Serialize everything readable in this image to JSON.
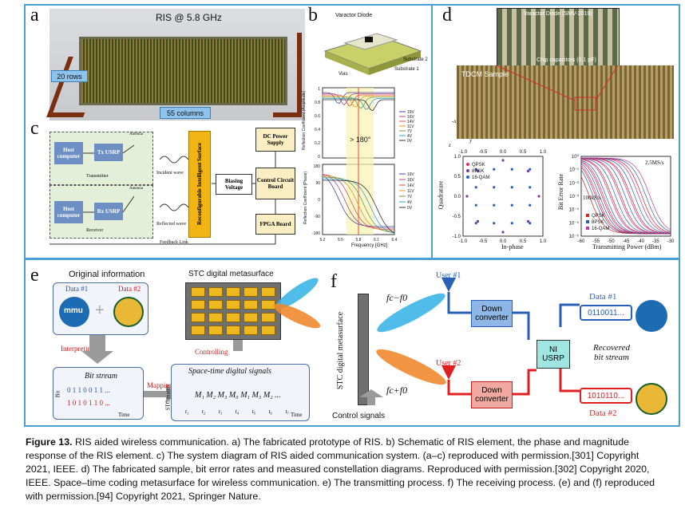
{
  "panels": {
    "a": {
      "label": "a",
      "title": "RIS @ 5.8 GHz",
      "rows": "20 rows",
      "columns": "55 columns"
    },
    "b": {
      "label": "b",
      "varactor": "Varactor Diode",
      "substrate2": "Substrate 2",
      "substrate1": "Substrate 1",
      "vias": "Vias",
      "top_ylabel": "Reflection Coefficient (Amplitude)",
      "bottom_ylabel": "Reflection Coefficient (Phase)",
      "xlabel": "Frequency [GHz]",
      "annotation": "> 180°",
      "legend": [
        "19V",
        "16V",
        "14V",
        "11V",
        "7V",
        "4V",
        "0V"
      ],
      "xticks": [
        "5.2",
        "5.5",
        "5.8",
        "6.1",
        "6.4"
      ],
      "top_yticks": [
        "1",
        "0.8",
        "0.6",
        "0.4",
        "0.2",
        "0"
      ],
      "bottom_yticks": [
        "180",
        "90",
        "0",
        "-90",
        "-180"
      ]
    },
    "c": {
      "label": "c",
      "host1": "Host computer",
      "tx": "Tx USRP",
      "transmitter": "Transmitter",
      "antenna1": "Antenna",
      "incident": "Incident wave",
      "reflected": "Reflected wave",
      "ris": "Reconfigurable Intelligent Surface",
      "bias": "Biasing Voltage",
      "dc": "DC Power Supply",
      "ccb": "Control Circuit Board",
      "fpga": "FPGA Board",
      "host2": "Host computer",
      "rx": "Rx USRP",
      "receiver": "Receiver",
      "antenna2": "Antenna",
      "feedback": "Feedback Link"
    },
    "d": {
      "label": "d",
      "varactor": "Varactor Diode (SMV-2019)",
      "chip": "Chip capacitors (0.1 pF)",
      "sample": "TDCM Sample",
      "const_ylabel": "Quadrature",
      "const_xlabel": "In-phase",
      "const_ticks": [
        "-1.0",
        "-0.5",
        "0.0",
        "0.5",
        "1.0"
      ],
      "const_legend": [
        "QPSK",
        "8PSK",
        "16-QAM"
      ],
      "ber_ylabel": "Bit Error Rate",
      "ber_xlabel": "Transmitting Power (dBm)",
      "ber_xticks": [
        "-60",
        "-55",
        "-50",
        "-45",
        "-40",
        "-35",
        "-30"
      ],
      "ber_yticks": [
        "10⁰",
        "10⁻¹",
        "10⁻²",
        "10⁻³",
        "10⁻⁴",
        "10⁻⁵",
        "10⁻⁶"
      ],
      "ber_legend": [
        "QPSK",
        "8PSK",
        "16-QAM"
      ],
      "ann1": "2.5MS/s",
      "ann2": "100kS/s",
      "axis_x": "-x",
      "axis_y": "y",
      "axis_z": "z"
    },
    "e": {
      "label": "e",
      "orig": "Original information",
      "data1": "Data #1",
      "data2": "Data #2",
      "logo1": "mmu",
      "interp": "Interpreting",
      "mapping": "Mapping",
      "controlling": "Controlling",
      "stc_meta": "STC digital metasurface",
      "bitstream": "Bit stream",
      "bits1": "0 1 1 0 0 1 1 ...",
      "bits2": "1 0 1 0 1 1 0 ...",
      "bit_axis": "Bit",
      "time": "Time",
      "stsig": "Space-time digital signals",
      "stcmatrix": "STC matrix",
      "matrix": "M₁ M₂ M₃ M₀ M₁ M₃ M₂ ...",
      "tlabels": [
        "t₁",
        "t₂",
        "t₃",
        "t₄",
        "t₅",
        "t₆",
        "t₇"
      ],
      "time2": "Time"
    },
    "f": {
      "label": "f",
      "stc_meta": "STC digital metasurface",
      "control": "Control signals",
      "fminus": "fc−f0",
      "fplus": "fc+f0",
      "user1": "User #1",
      "user2": "User #2",
      "down1": "Down converter",
      "down2": "Down converter",
      "ni": "NI USRP",
      "data1": "Data #1",
      "bits1": "0110011...",
      "recovered": "Recovered bit stream",
      "bits2": "1010110...",
      "data2": "Data #2"
    }
  },
  "caption": {
    "fig": "Figure 13.",
    "text": " RIS aided wireless communication. a) The fabricated prototype of RIS. b) Schematic of RIS element, the phase and magnitude response of the RIS element. c) The system diagram of RIS aided communication system. (a–c) reproduced with permission.[301] Copyright 2021, IEEE. d) The fabricated sample, bit error rates and measured constellation diagrams. Reproduced with permission.[302] Copyright 2020, IEEE. Space–time coding metasurface for wireless communication. e) The transmitting process. f) The receiving process. (e) and (f) reproduced with permission.[94] Copyright 2021, Springer Nature."
  }
}
